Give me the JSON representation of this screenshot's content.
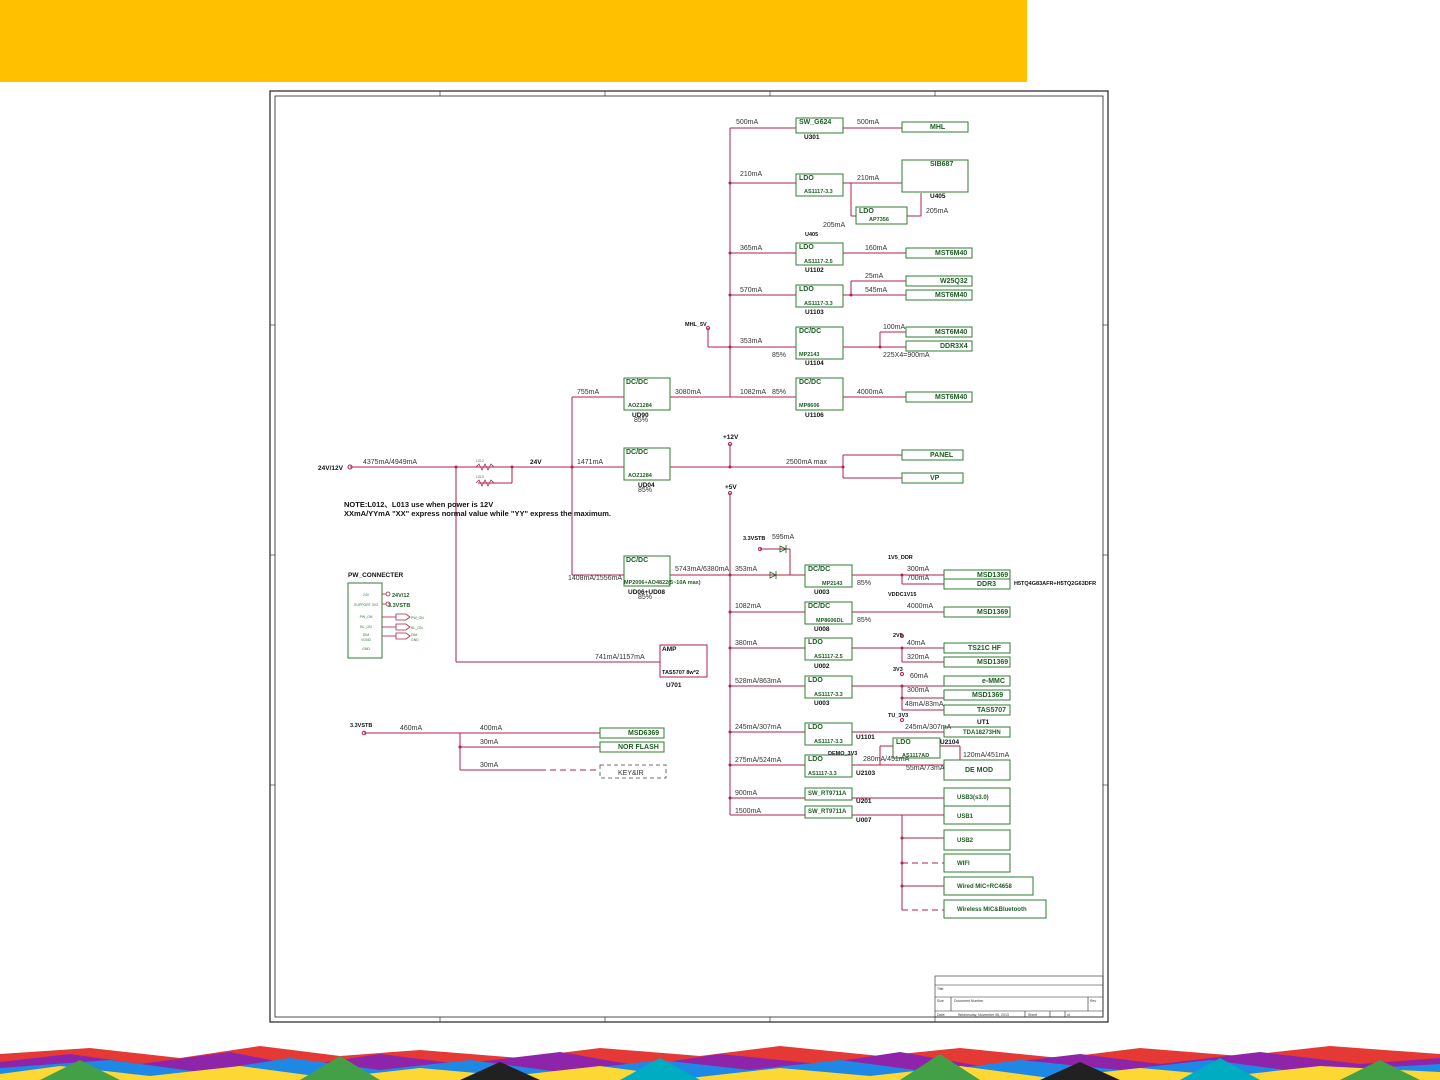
{
  "colors": {
    "header": "#ffc000",
    "wire": "#b0224a",
    "frame": "#222222",
    "block": "#2e7d32"
  },
  "source": {
    "input_label": "24V/12V",
    "input_current": "4375mA/4949mA",
    "bus_24v": "24V",
    "ldo_tag_a": "L012",
    "ldo_tag_b": "L013",
    "note_line1": "NOTE:L012、L013 use when power is 12V",
    "note_line2": "XXmA/YYmA \"XX\" express normal value while \"YY\" express the maximum."
  },
  "connector": {
    "title": "PW_CONNECTER",
    "pins": [
      "24V",
      "SUPPORT 3V3",
      "PW_ON",
      "BL_ON",
      "DIM",
      "VGND",
      "GND"
    ],
    "net_24v12": "24V/12",
    "net_33vstb": "3.3VSTB",
    "net_pw_on": "PW_ON",
    "net_bl_on": "BL_ON",
    "net_dim": "DIM",
    "net_gnd": "GND"
  },
  "nets": {
    "v12": "+12V",
    "v5": "+5V",
    "v33stb": "3.3VSTB",
    "v1v5_ddr": "1V5_DDR",
    "vddc1v15": "VDDC1V15",
    "v2v5": "2V5",
    "v3v3": "3V3",
    "tu_3v3": "TU_3V3",
    "dem0_3v3": "DEMO_3V3",
    "mhl_5v": "MHL_5V",
    "u405": "U405"
  },
  "currents": {
    "c500a": "500mA",
    "c500b": "500mA",
    "c210a": "210mA",
    "c210b": "210mA",
    "c205a": "205mA",
    "c205b": "205mA",
    "c365": "365mA",
    "c160": "160mA",
    "c25": "25mA",
    "c570": "570mA",
    "c545": "545mA",
    "c353a": "353mA",
    "c100": "100mA",
    "c2253": "225X4=900mA",
    "c755": "755mA",
    "c3080": "3080mA",
    "c1082a": "1082mA",
    "c4000": "4000mA",
    "c1471": "1471mA",
    "c2500": "2500mA  max",
    "c5743": "5743mA/6380mA",
    "c1408": "1408mA/1556mA",
    "c595": "595mA",
    "c353b": "353mA",
    "c300a": "300mA",
    "c700": "700mA",
    "c1082b": "1082mA",
    "c4000b": "4000mA",
    "c380": "380mA",
    "c40": "40mA",
    "c320": "320mA",
    "c528": "528mA/863mA",
    "c60": "60mA",
    "c300b": "300mA",
    "c48": "48mA/83mA",
    "c245": "245mA/307mA",
    "c245b": "245mA/307mA",
    "c275": "275mA/524mA",
    "c280": "280mA/451mA",
    "c120": "120mA/451mA",
    "c55": "55mA/73mA",
    "c900": "900mA",
    "c1500": "1500mA",
    "c741": "741mA/1157mA",
    "c460": "460mA",
    "c400": "400mA",
    "c30a": "30mA",
    "c30b": "30mA"
  },
  "effs": {
    "e85a": "85%",
    "e85b": "85%",
    "e85c": "85%",
    "e85d": "85%",
    "e85e": "85%",
    "e85f": "85%",
    "e85g": "85%"
  },
  "blocks": {
    "sw_g624": {
      "type": "SW_G624",
      "ref": "U301"
    },
    "ldo_u405": {
      "type": "LDO",
      "part": "AS1117-3.3"
    },
    "ldo_ap7356": {
      "type": "LDO",
      "part": "AP7356"
    },
    "ldo_u1102": {
      "type": "LDO",
      "part": "AS1117-2.5",
      "ref": "U1102"
    },
    "ldo_u1103": {
      "type": "LDO",
      "part": "AS1117-3.3",
      "ref": "U1103"
    },
    "dcdc_u1104": {
      "type": "DC/DC",
      "part": "MP2143",
      "ref": "U1104"
    },
    "dcdc_u090": {
      "type": "DC/DC",
      "part": "AOZ1284",
      "ref": "UD90"
    },
    "dcdc_u1106": {
      "type": "DC/DC",
      "part": "MP8606",
      "ref": "U1106"
    },
    "dcdc_ud04": {
      "type": "DC/DC",
      "part": "AOZ1284",
      "ref": "UD04"
    },
    "dcdc_ud06": {
      "type": "DC/DC",
      "part": "MP2006+AO4822(5~10A max)",
      "ref": "UD06+UD08"
    },
    "dcdc_u003": {
      "type": "DC/DC",
      "part": "MP2143",
      "ref": "U003"
    },
    "dcdc_u008": {
      "type": "DC/DC",
      "part": "MP8606DL",
      "ref": "U008"
    },
    "ldo_u002": {
      "type": "LDO",
      "part": "AS1117-2.5",
      "ref": "U002"
    },
    "ldo_u003b": {
      "type": "LDO",
      "part": "AS1117-3.3",
      "ref": "U003"
    },
    "ldo_u1101": {
      "type": "LDO",
      "part": "AS1117-3.3",
      "ref": "U1101"
    },
    "ldo_u2104": {
      "type": "LDO",
      "part": "AS1117AD",
      "ref": "U2104"
    },
    "ldo_u2103": {
      "type": "LDO",
      "part": "AS1117-3.3",
      "ref": "U2103"
    },
    "sw_u201": {
      "type": "SW_RT9711A",
      "ref": "U201"
    },
    "sw_u007": {
      "type": "SW_RT9711A",
      "ref": "U007"
    },
    "amp": {
      "type": "AMP",
      "part": "TAS5707 8w*2",
      "ref": "U701"
    }
  },
  "loads": {
    "mhl": "MHL",
    "sib687": "SIB687",
    "u405": "U405",
    "mst6m40a": "MST6M40",
    "w25q32": "W25Q32",
    "mst6m40b": "MST6M40",
    "mst6m40c": "MST6M40",
    "ddr3x4": "DDR3X4",
    "mst6m40d": "MST6M40",
    "panel": "PANEL",
    "vp": "VP",
    "msd1369a": "MSD1369",
    "ddr3": "DDR3",
    "ddr3_parts": "H5TQ4G83AFR+H5TQ2G63DFR",
    "msd1369b": "MSD1369",
    "ts21chf": "TS21C HF",
    "msd1369c": "MSD1369",
    "emmc": "e-MMC",
    "msd1369d": "MSD1369",
    "tas5707": "TAS5707",
    "tuner": "TDA18273HN",
    "tuner_ref": "UT1",
    "demod": "DE MOD",
    "usb3": "USB3(s3.0)",
    "usb1": "USB1",
    "usb2": "USB2",
    "wifi": "WIFI",
    "wired_mic": "Wired MIC+RC4658",
    "wireless_mic": "Wireless MIC&Bluetooth",
    "msd6369": "MSD6369",
    "norflash": "NOR FLASH",
    "keyir": "KEY&IR"
  },
  "title_block": {
    "title": "Title",
    "size": "Size",
    "doc_number": "Document Number",
    "rev": "Rev",
    "date": "Date:",
    "date_value": "Wednesday, November 06, 2013",
    "sheet": "Sheet",
    "of": "of"
  }
}
